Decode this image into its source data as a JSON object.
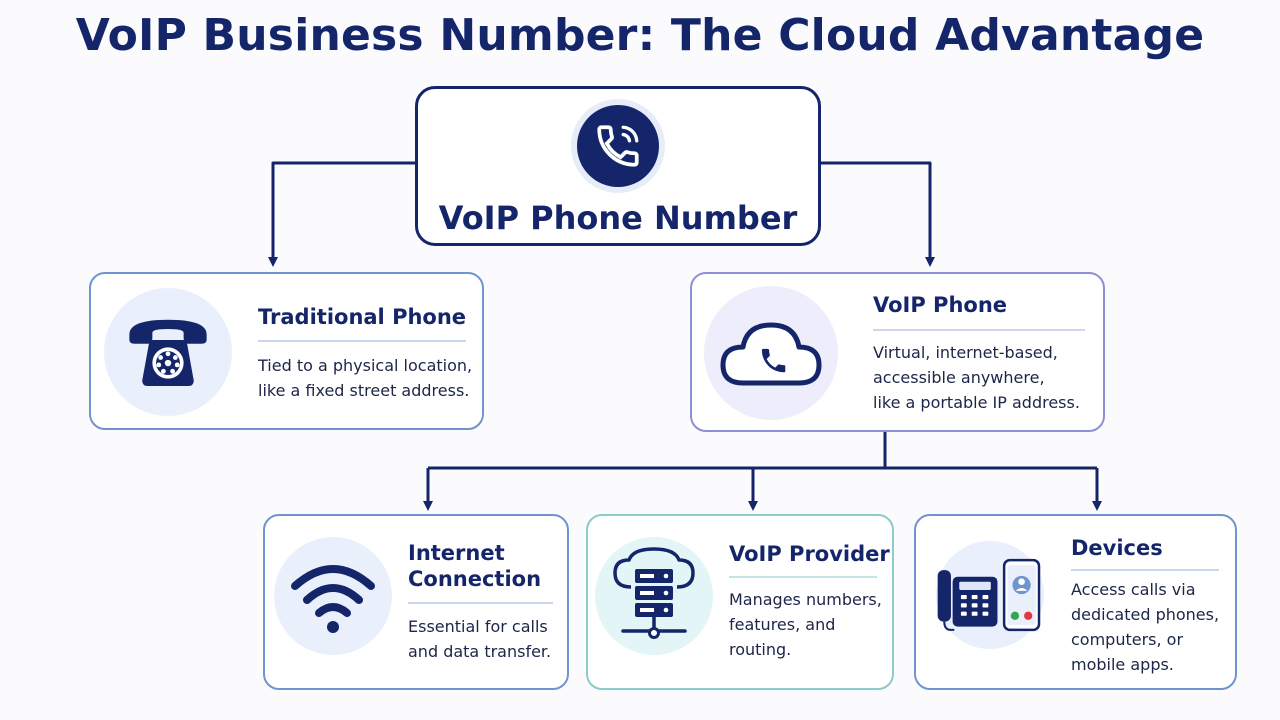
{
  "title": "VoIP Business Number: The Cloud Advantage",
  "root": {
    "label": "VoIP Phone Number",
    "icon": "phone-signal-icon"
  },
  "traditional": {
    "heading": "Traditional Phone",
    "lines": [
      "Tied to a physical location,",
      "like a fixed street address."
    ],
    "icon": "rotary-phone-icon"
  },
  "voip": {
    "heading": "VoIP Phone",
    "lines": [
      "Virtual, internet-based,",
      "accessible anywhere,",
      "like a portable IP address."
    ],
    "icon": "cloud-phone-icon"
  },
  "internet": {
    "heading_lines": [
      "Internet",
      "Connection"
    ],
    "lines": [
      "Essential for calls",
      "and data transfer."
    ],
    "icon": "wifi-icon"
  },
  "provider": {
    "heading": "VoIP Provider",
    "lines": [
      "Manages numbers,",
      "features, and",
      "routing."
    ],
    "icon": "cloud-server-icon"
  },
  "devices": {
    "heading": "Devices",
    "lines": [
      "Access calls via",
      "dedicated phones,",
      "computers, or",
      "mobile apps."
    ],
    "icon": "desk-phone-smartphone-icon"
  },
  "colors": {
    "navy": "#14256a",
    "blue_border": "#6f94d0",
    "violet_border": "#8e8fd6",
    "teal_border": "#8ccacb"
  }
}
